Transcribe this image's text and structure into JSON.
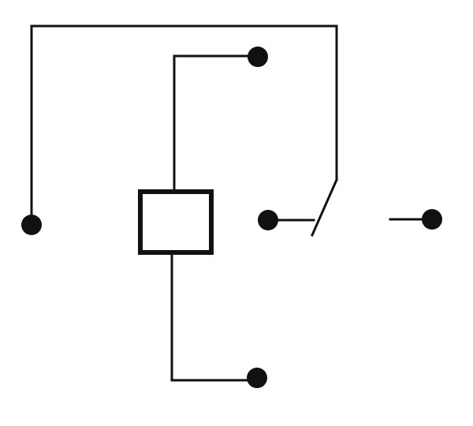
{
  "diagram": {
    "type": "relay-circuit",
    "components": [
      {
        "id": "coil",
        "kind": "relay-coil"
      },
      {
        "id": "contact",
        "kind": "normally-open-switch"
      }
    ],
    "terminals": [
      {
        "id": "left-terminal"
      },
      {
        "id": "top-terminal"
      },
      {
        "id": "middle-terminal"
      },
      {
        "id": "right-terminal"
      },
      {
        "id": "bottom-terminal"
      }
    ],
    "colors": {
      "stroke": "#111111",
      "terminal_fill": "#111111",
      "background": "#ffffff"
    }
  }
}
